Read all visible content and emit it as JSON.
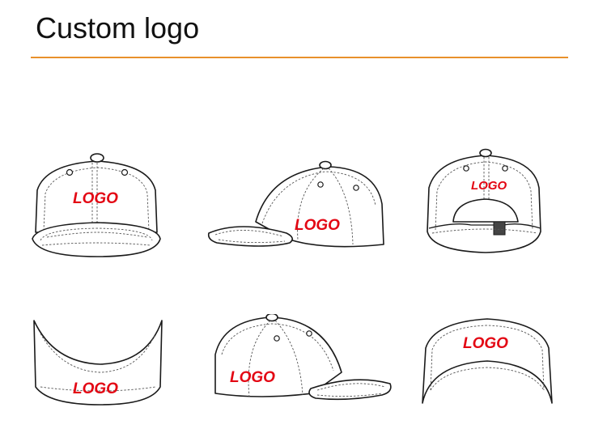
{
  "header": {
    "title": "Custom logo",
    "accent_color": "#e8912b"
  },
  "hats": [
    {
      "view": "front",
      "logo_text": "LOGO"
    },
    {
      "view": "side-left",
      "logo_text": "LOGO"
    },
    {
      "view": "back",
      "logo_text": "LOGO"
    },
    {
      "view": "under-brim",
      "logo_text": "LOGO"
    },
    {
      "view": "side-right",
      "logo_text": "LOGO"
    },
    {
      "view": "sweatband",
      "logo_text": "LOGO"
    }
  ],
  "logo_color": "#e30613"
}
